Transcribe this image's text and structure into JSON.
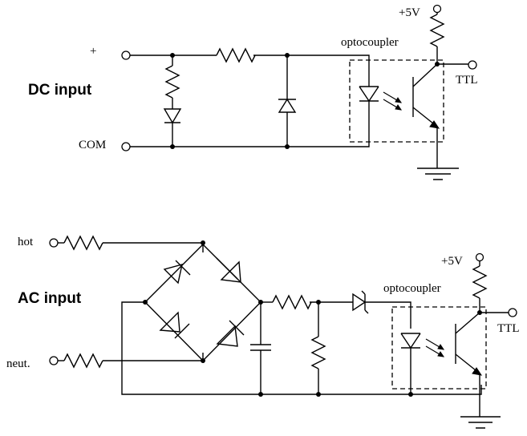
{
  "dc": {
    "title": "DC input",
    "plus": "+",
    "com": "COM",
    "opto": "optocoupler",
    "vcc": "+5V",
    "ttl": "TTL"
  },
  "ac": {
    "title": "AC input",
    "hot": "hot",
    "neut": "neut.",
    "opto": "optocoupler",
    "vcc": "+5V",
    "ttl": "TTL"
  }
}
